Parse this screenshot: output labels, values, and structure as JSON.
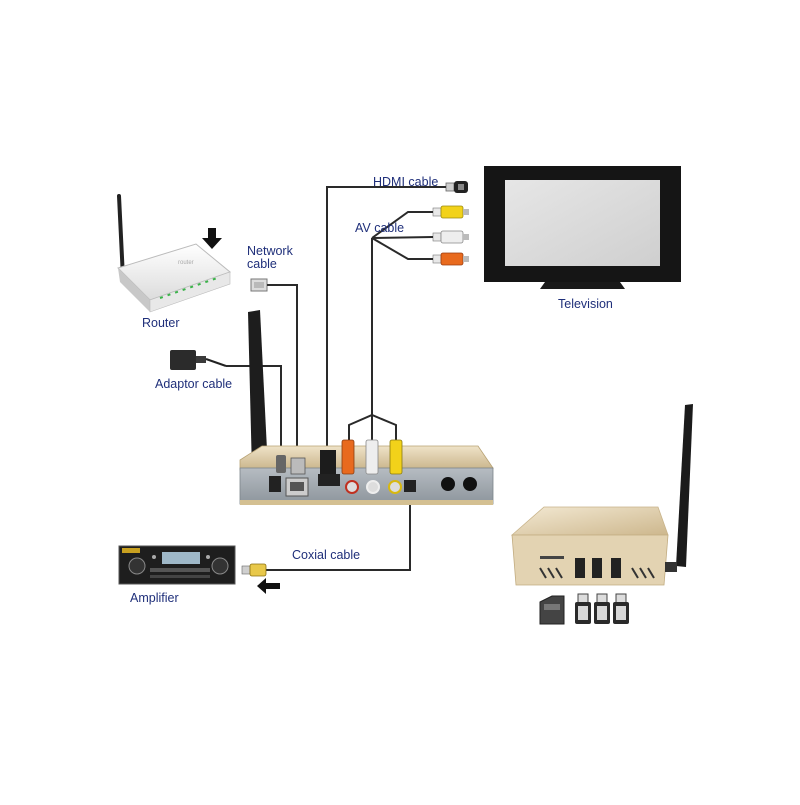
{
  "labels": {
    "router": "Router",
    "network_cable_1": "Network",
    "network_cable_2": "cable",
    "adaptor_cable": "Adaptor  cable",
    "hdmi_cable": "HDMI cable",
    "av_cable": "AV cable",
    "television": "Television",
    "coxial_cable": "Coxial cable",
    "amplifier": "Amplifier"
  },
  "colors": {
    "cable": "#2a2a2a",
    "label_text": "#1f2f7a",
    "box_gold": "#d8c7a4",
    "box_panel": "#9ea6ad",
    "rca_yellow": "#f2d21a",
    "rca_white": "#e9e9e9",
    "rca_red": "#e86a1e",
    "tv_frame": "#111111",
    "tv_screen": "#d9d9d9"
  }
}
